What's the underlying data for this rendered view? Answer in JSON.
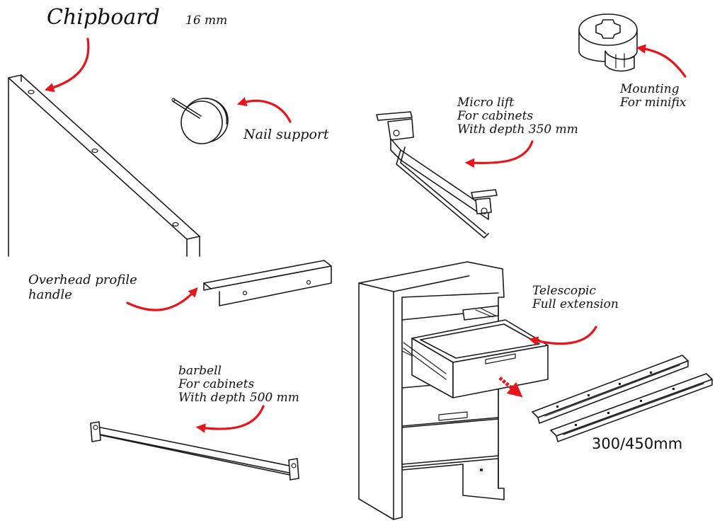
{
  "labels": {
    "chipboard_title": "Chipboard",
    "chipboard_size": "16 mm",
    "nail_support": "Nail support",
    "mounting_line1": "Mounting",
    "mounting_line2": "For minifix",
    "microlift_line1": "Micro lift",
    "microlift_line2": "For cabinets",
    "microlift_line3": "With depth 350 mm",
    "handle_line1": "Overhead profile",
    "handle_line2": "handle",
    "telescopic_line1": "Telescopic",
    "telescopic_line2": "Full extension",
    "barbell_line1": "barbell",
    "barbell_line2": "For cabinets",
    "barbell_line3": "With depth 500 mm",
    "rail_size": "300/450mm"
  },
  "colors": {
    "arrow": "#e8141c",
    "line": "#1a1a1a",
    "text": "#111111"
  },
  "icons": {
    "arrow": "curved-red-arrow-icon"
  }
}
